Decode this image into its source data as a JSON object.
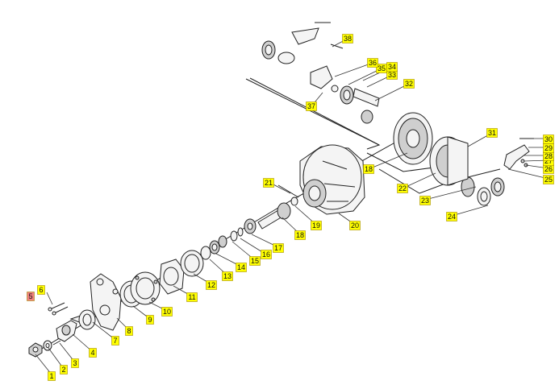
{
  "colors": {
    "tag": "#ffff00",
    "tag_highlight": "#f08080",
    "line": "#222222",
    "background": "#ffffff"
  },
  "callouts": [
    {
      "label": "1",
      "highlight": false
    },
    {
      "label": "2",
      "highlight": false
    },
    {
      "label": "3",
      "highlight": false
    },
    {
      "label": "4",
      "highlight": false
    },
    {
      "label": "5",
      "highlight": true
    },
    {
      "label": "6",
      "highlight": false
    },
    {
      "label": "7",
      "highlight": false
    },
    {
      "label": "8",
      "highlight": false
    },
    {
      "label": "9",
      "highlight": false
    },
    {
      "label": "10",
      "highlight": false
    },
    {
      "label": "11",
      "highlight": false
    },
    {
      "label": "12",
      "highlight": false
    },
    {
      "label": "13",
      "highlight": false
    },
    {
      "label": "14",
      "highlight": false
    },
    {
      "label": "15",
      "highlight": false
    },
    {
      "label": "16",
      "highlight": false
    },
    {
      "label": "17",
      "highlight": false
    },
    {
      "label": "18",
      "highlight": false
    },
    {
      "label": "18",
      "highlight": false
    },
    {
      "label": "19",
      "highlight": false
    },
    {
      "label": "20",
      "highlight": false
    },
    {
      "label": "21",
      "highlight": false
    },
    {
      "label": "22",
      "highlight": false
    },
    {
      "label": "23",
      "highlight": false
    },
    {
      "label": "24",
      "highlight": false
    },
    {
      "label": "25",
      "highlight": false
    },
    {
      "label": "26",
      "highlight": false
    },
    {
      "label": "27",
      "highlight": false
    },
    {
      "label": "28",
      "highlight": false
    },
    {
      "label": "29",
      "highlight": false
    },
    {
      "label": "30",
      "highlight": false
    },
    {
      "label": "31",
      "highlight": false
    },
    {
      "label": "32",
      "highlight": false
    },
    {
      "label": "33",
      "highlight": false
    },
    {
      "label": "34",
      "highlight": false
    },
    {
      "label": "35",
      "highlight": false
    },
    {
      "label": "36",
      "highlight": false
    },
    {
      "label": "37",
      "highlight": false
    },
    {
      "label": "38",
      "highlight": false
    }
  ]
}
